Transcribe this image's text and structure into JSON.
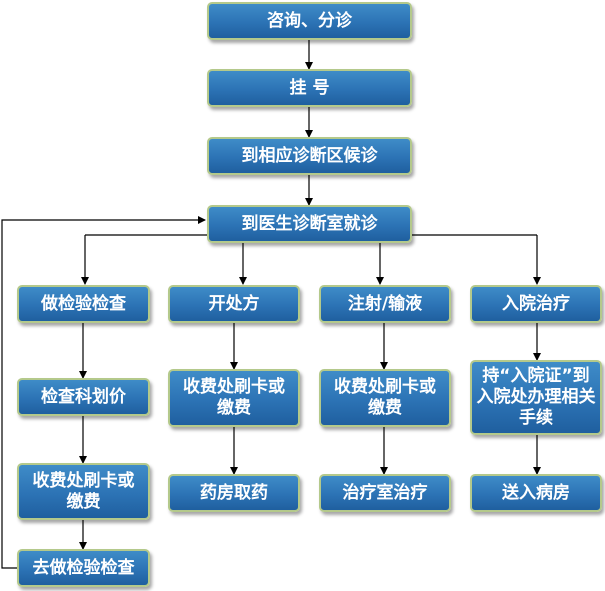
{
  "nodes": {
    "consult": "咨询、分诊",
    "register": "挂 号",
    "wait": "到相应诊断区候诊",
    "doctor": "到医生诊断室就诊",
    "exam": "做检验检查",
    "prescribe": "开处方",
    "inject": "注射/输液",
    "admit": "入院治疗",
    "pricing": "检查科划价",
    "pay1": "收费处刷卡或缴费",
    "pay2": "收费处刷卡或缴费",
    "pay3": "收费处刷卡或缴费",
    "admit_proc": "持“入院证”到入院处办理相关手续",
    "go_exam": "去做检验检查",
    "pharmacy": "药房取药",
    "treat_room": "治疗室治疗",
    "ward": "送入病房"
  },
  "colors": {
    "box": "#2c73b5",
    "border": "#b4c98b",
    "text": "#ffffff",
    "line": "#000000"
  }
}
